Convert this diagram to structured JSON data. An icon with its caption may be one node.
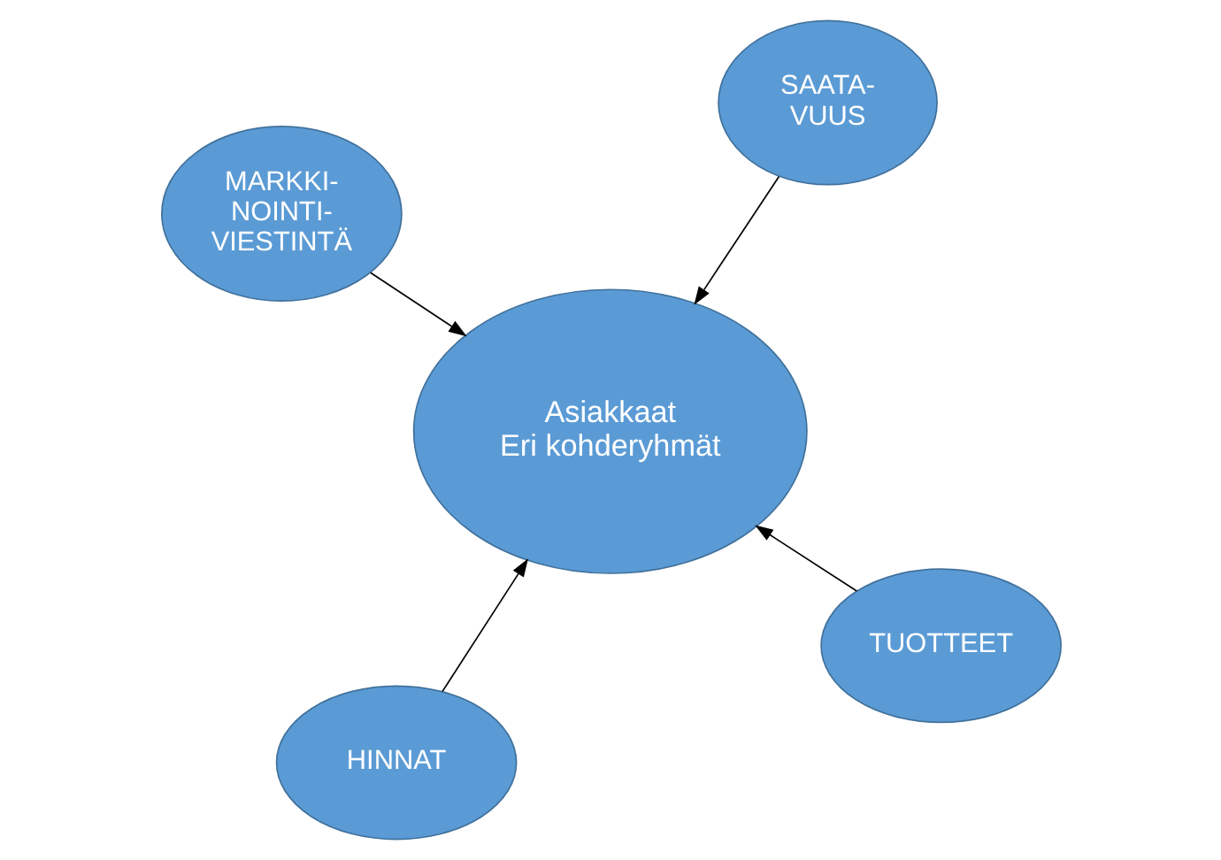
{
  "diagram": {
    "nodes": [
      {
        "text": [
          "Asiakkaat Eri kohderyhmät"
        ]
      },
      {
        "text": [
          "TUOTTEET"
        ]
      },
      {
        "text": [
          "HINNAT"
        ]
      },
      {
        "text": [
          "MARKKI- NOINTI- VIESTINTÄ"
        ]
      },
      {
        "text": [
          "SAATA- VUUS"
        ]
      }
    ],
    "edges": [
      {
        "from": 1,
        "to": 0,
        "arrow": "to"
      },
      {
        "from": 2,
        "to": 0,
        "arrow": "to"
      },
      {
        "from": 3,
        "to": 0,
        "arrow": "to"
      },
      {
        "from": 4,
        "to": 0,
        "arrow": "to"
      }
    ]
  }
}
